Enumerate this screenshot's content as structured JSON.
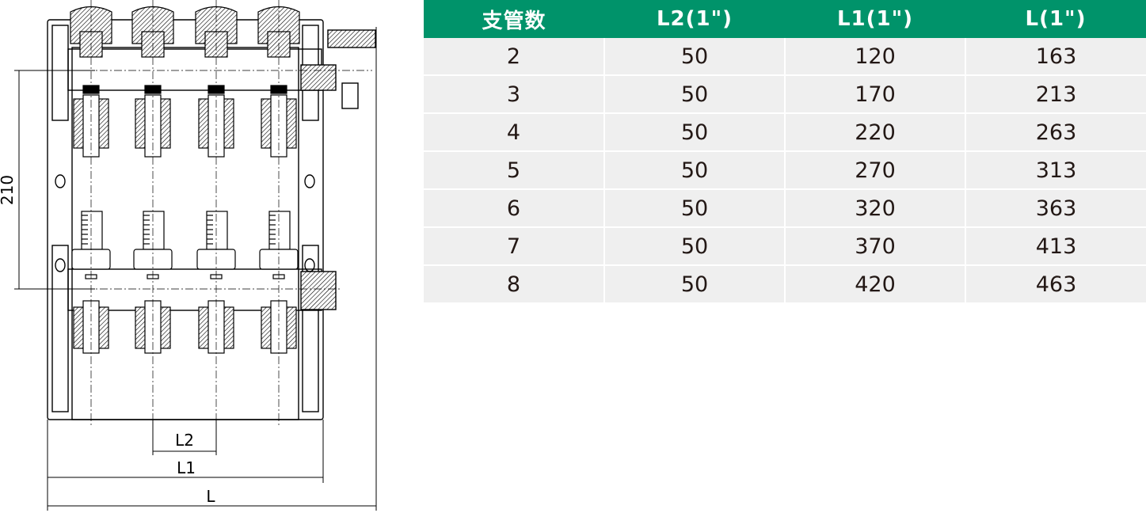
{
  "drawing": {
    "dimension_height": "210",
    "dimension_l2": "L2",
    "dimension_l1": "L1",
    "dimension_l": "L",
    "branch_count_shown": 4
  },
  "table": {
    "headers": [
      "支管数",
      "L2(1\")",
      "L1(1\")",
      "L(1\")"
    ],
    "rows": [
      [
        "2",
        "50",
        "120",
        "163"
      ],
      [
        "3",
        "50",
        "170",
        "213"
      ],
      [
        "4",
        "50",
        "220",
        "263"
      ],
      [
        "5",
        "50",
        "270",
        "313"
      ],
      [
        "6",
        "50",
        "320",
        "363"
      ],
      [
        "7",
        "50",
        "370",
        "413"
      ],
      [
        "8",
        "50",
        "420",
        "463"
      ]
    ],
    "header_color": "#00936a",
    "row_color": "#efefef"
  }
}
